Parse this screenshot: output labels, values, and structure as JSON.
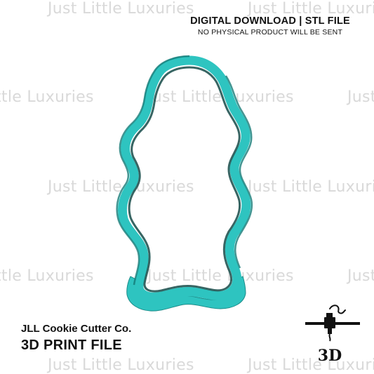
{
  "watermark_text": "Just Little Luxuries",
  "header": {
    "line1": "DIGITAL DOWNLOAD | STL FILE",
    "line2": "NO PHYSICAL PRODUCT WILL BE SENT"
  },
  "brand": {
    "company": "JLL Cookie Cutter Co.",
    "product": "3D PRINT FILE"
  },
  "printer_icon_label": "3D",
  "colors": {
    "cutter": "#2ec4c0",
    "cutter_dark": "#154a48",
    "watermark": "#d9d9d9",
    "text": "#111111"
  }
}
